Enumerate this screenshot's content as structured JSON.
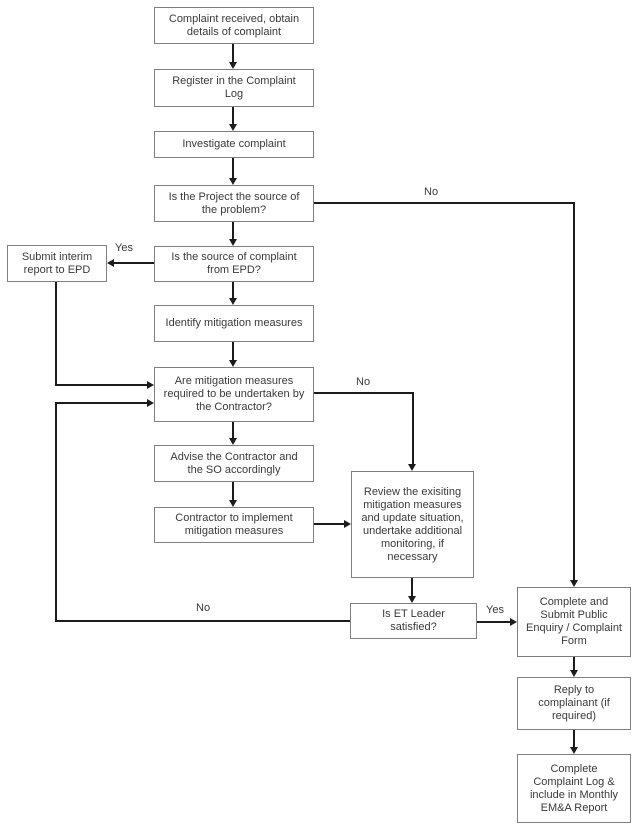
{
  "flowchart": {
    "nodes": {
      "complaint_received": {
        "label": "Complaint received, obtain\ndetails of complaint"
      },
      "register_log": {
        "label": "Register in the Complaint\nLog"
      },
      "investigate": {
        "label": "Investigate complaint"
      },
      "project_source": {
        "label": "Is the Project the source of\nthe problem?"
      },
      "source_epd": {
        "label": "Is the source of complaint\nfrom EPD?"
      },
      "identify_measures": {
        "label": "Identify mitigation measures"
      },
      "measures_required": {
        "label": "Are mitigation measures\nrequired to be undertaken by\nthe Contractor?"
      },
      "advise_contractor": {
        "label": "Advise the Contractor and\nthe SO accordingly"
      },
      "contractor_implement": {
        "label": "Contractor to implement\nmitigation measures"
      },
      "submit_interim": {
        "label": "Submit interim\nreport to EPD"
      },
      "review_existing": {
        "label": "Review the exisiting\nmitigation measures\nand update situation,\nundertake additional\nmonitoring, if\nnecessary"
      },
      "et_satisfied": {
        "label": "Is ET Leader\nsatisfied?"
      },
      "complete_form": {
        "label": "Complete and\nSubmit Public\nEnquiry / Complaint\nForm"
      },
      "reply_complainant": {
        "label": "Reply to\ncomplainant (if\nrequired)"
      },
      "complete_log": {
        "label": "Complete\nComplaint Log &\ninclude in Monthly\nEM&A Report"
      }
    },
    "edge_labels": {
      "project_source_no": "No",
      "source_epd_yes": "Yes",
      "measures_required_no": "No",
      "et_satisfied_yes": "Yes",
      "et_satisfied_no": "No"
    },
    "edges": [
      {
        "from": "complaint_received",
        "to": "register_log",
        "label": ""
      },
      {
        "from": "register_log",
        "to": "investigate",
        "label": ""
      },
      {
        "from": "investigate",
        "to": "project_source",
        "label": ""
      },
      {
        "from": "project_source",
        "to": "source_epd",
        "label": ""
      },
      {
        "from": "project_source",
        "to": "complete_form",
        "label": "No"
      },
      {
        "from": "source_epd",
        "to": "submit_interim",
        "label": "Yes"
      },
      {
        "from": "source_epd",
        "to": "identify_measures",
        "label": ""
      },
      {
        "from": "identify_measures",
        "to": "measures_required",
        "label": ""
      },
      {
        "from": "submit_interim",
        "to": "measures_required",
        "label": ""
      },
      {
        "from": "measures_required",
        "to": "advise_contractor",
        "label": ""
      },
      {
        "from": "measures_required",
        "to": "review_existing",
        "label": "No"
      },
      {
        "from": "advise_contractor",
        "to": "contractor_implement",
        "label": ""
      },
      {
        "from": "contractor_implement",
        "to": "review_existing",
        "label": ""
      },
      {
        "from": "review_existing",
        "to": "et_satisfied",
        "label": ""
      },
      {
        "from": "et_satisfied",
        "to": "complete_form",
        "label": "Yes"
      },
      {
        "from": "et_satisfied",
        "to": "measures_required",
        "label": "No"
      },
      {
        "from": "complete_form",
        "to": "reply_complainant",
        "label": ""
      },
      {
        "from": "reply_complainant",
        "to": "complete_log",
        "label": ""
      }
    ],
    "colors": {
      "line": "#1c1c1c",
      "box_border": "#7f7f7f",
      "text": "#3a3a3a",
      "background": "#ffffff"
    }
  }
}
